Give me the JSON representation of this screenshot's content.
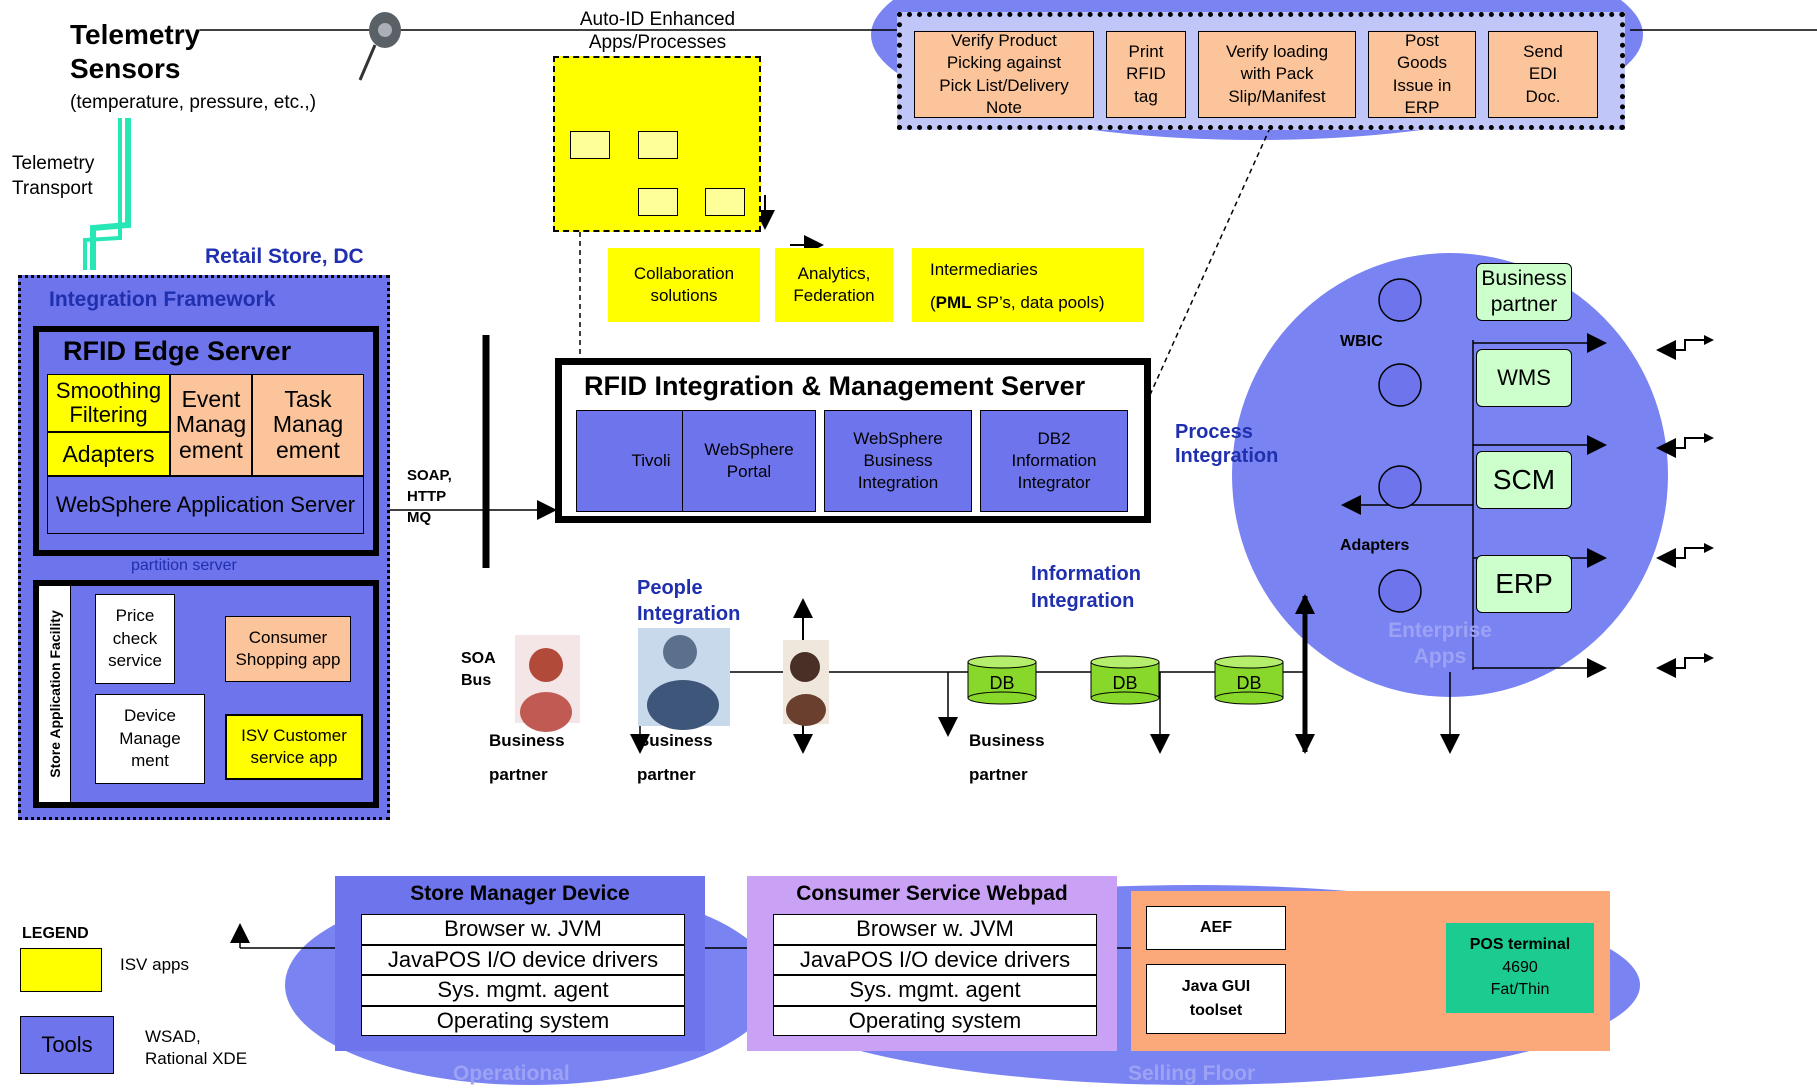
{
  "telemetry": {
    "title": "Telemetry\nSensors",
    "subtitle": "(temperature, pressure, etc.,)",
    "transport": "Telemetry\nTransport"
  },
  "autoid": {
    "title": "Auto-ID Enhanced\nApps/Processes"
  },
  "process_steps": [
    "Verify Product\nPicking against\nPick List/Delivery\nNote",
    "Print\nRFID\ntag",
    "Verify loading\nwith Pack\nSlip/Manifest",
    "Post\nGoods\nIssue in\nERP",
    "Send\nEDI\nDoc."
  ],
  "yellow_boxes": {
    "collaboration": "Collaboration\nsolutions",
    "analytics": "Analytics,\nFederation",
    "intermediaries_line1": "Intermediaries",
    "intermediaries_pml": "PML",
    "intermediaries_rest": " SP’s, data pools)"
  },
  "store": {
    "title": "Retail Store, DC",
    "framework": "Integration Framework",
    "edge_server": "RFID Edge Server",
    "smoothing": "Smoothing\nFiltering",
    "adapters": "Adapters",
    "event_mgmt": "Event\nManag\nement",
    "task_mgmt": "Task\nManag\nement",
    "was": "WebSphere Application Server",
    "partition": "partition server",
    "saf": "Store Application Facility",
    "price_check": "Price\ncheck\nservice",
    "device_mgmt": "Device\nManage\nment",
    "consumer_app": "Consumer\nShopping app",
    "isv_app": "ISV Customer\nservice app"
  },
  "soap": "SOAP,\nHTTP\nMQ",
  "soa_bus": "SOA\nBus",
  "integration_server": {
    "title": "RFID Integration & Management Server",
    "components": [
      "Tivoli",
      "WebSphere\nPortal",
      "WebSphere\nBusiness\nIntegration",
      "DB2\nInformation\nIntegrator"
    ]
  },
  "enterprise": {
    "process_integration": "Process\nIntegration",
    "wbic": "WBIC",
    "adapters": "Adapters",
    "business_partner": "Business\npartner",
    "wms": "WMS",
    "scm": "SCM",
    "erp": "ERP",
    "enterprise_apps": "Enterprise\nApps"
  },
  "people_integration": "People\nIntegration",
  "information_integration": "Information\nIntegration",
  "db_label": "DB",
  "business_partner_label": "Business\npartner",
  "devices": {
    "store_manager_title": "Store Manager Device",
    "consumer_webpad_title": "Consumer Service Webpad",
    "rows": [
      "Browser w. JVM",
      "JavaPOS I/O device drivers",
      "Sys. mgmt. agent",
      "Operating system"
    ],
    "aef": "AEF",
    "java_gui": "Java GUI\ntoolset",
    "pos_terminal_bold": "POS terminal",
    "pos_terminal_rest": "4690\nFat/Thin",
    "operational": "Operational",
    "selling_floor": "Selling Floor"
  },
  "legend": {
    "title": "LEGEND",
    "isv_apps": "ISV apps",
    "tools": "Tools",
    "tools_desc": "WSAD,\nRational XDE"
  },
  "colors": {
    "isv_yellow": "#ffff00",
    "tool_blue": "#6e74ec",
    "ellipse_blue": "#7a83f2",
    "heading_blue": "#1f2fae",
    "enterprise_green": "#ccffcc",
    "pos_teal": "#1ccb8f",
    "device_orange": "#fba97a",
    "webpad_purple": "#c9a2f5"
  }
}
